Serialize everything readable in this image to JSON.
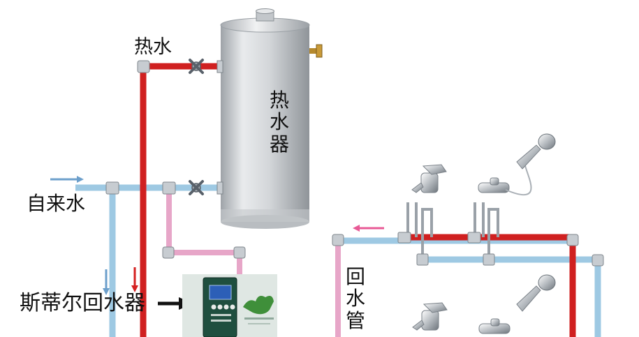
{
  "labels": {
    "hot_water": "热水",
    "tap_water": "自来水",
    "heater": [
      "热",
      "水",
      "器"
    ],
    "return_pipe": [
      "回",
      "水",
      "管"
    ],
    "device": "斯蒂尔回水器"
  },
  "colors": {
    "hot_pipe": "#d02020",
    "cold_pipe": "#9ec9e3",
    "return_pipe": "#e7a6c8",
    "cold_arrow": "#6c9fcb",
    "return_arrow": "#e85a96",
    "hot_arrow": "#d52020",
    "tank_body": "#cfd2d6",
    "controller_panel": "#1f4f3f",
    "controller_screen": "#2c5fb7"
  },
  "icons": [
    "valve-icon",
    "faucet-icon",
    "shower-icon",
    "arrow-icon"
  ]
}
